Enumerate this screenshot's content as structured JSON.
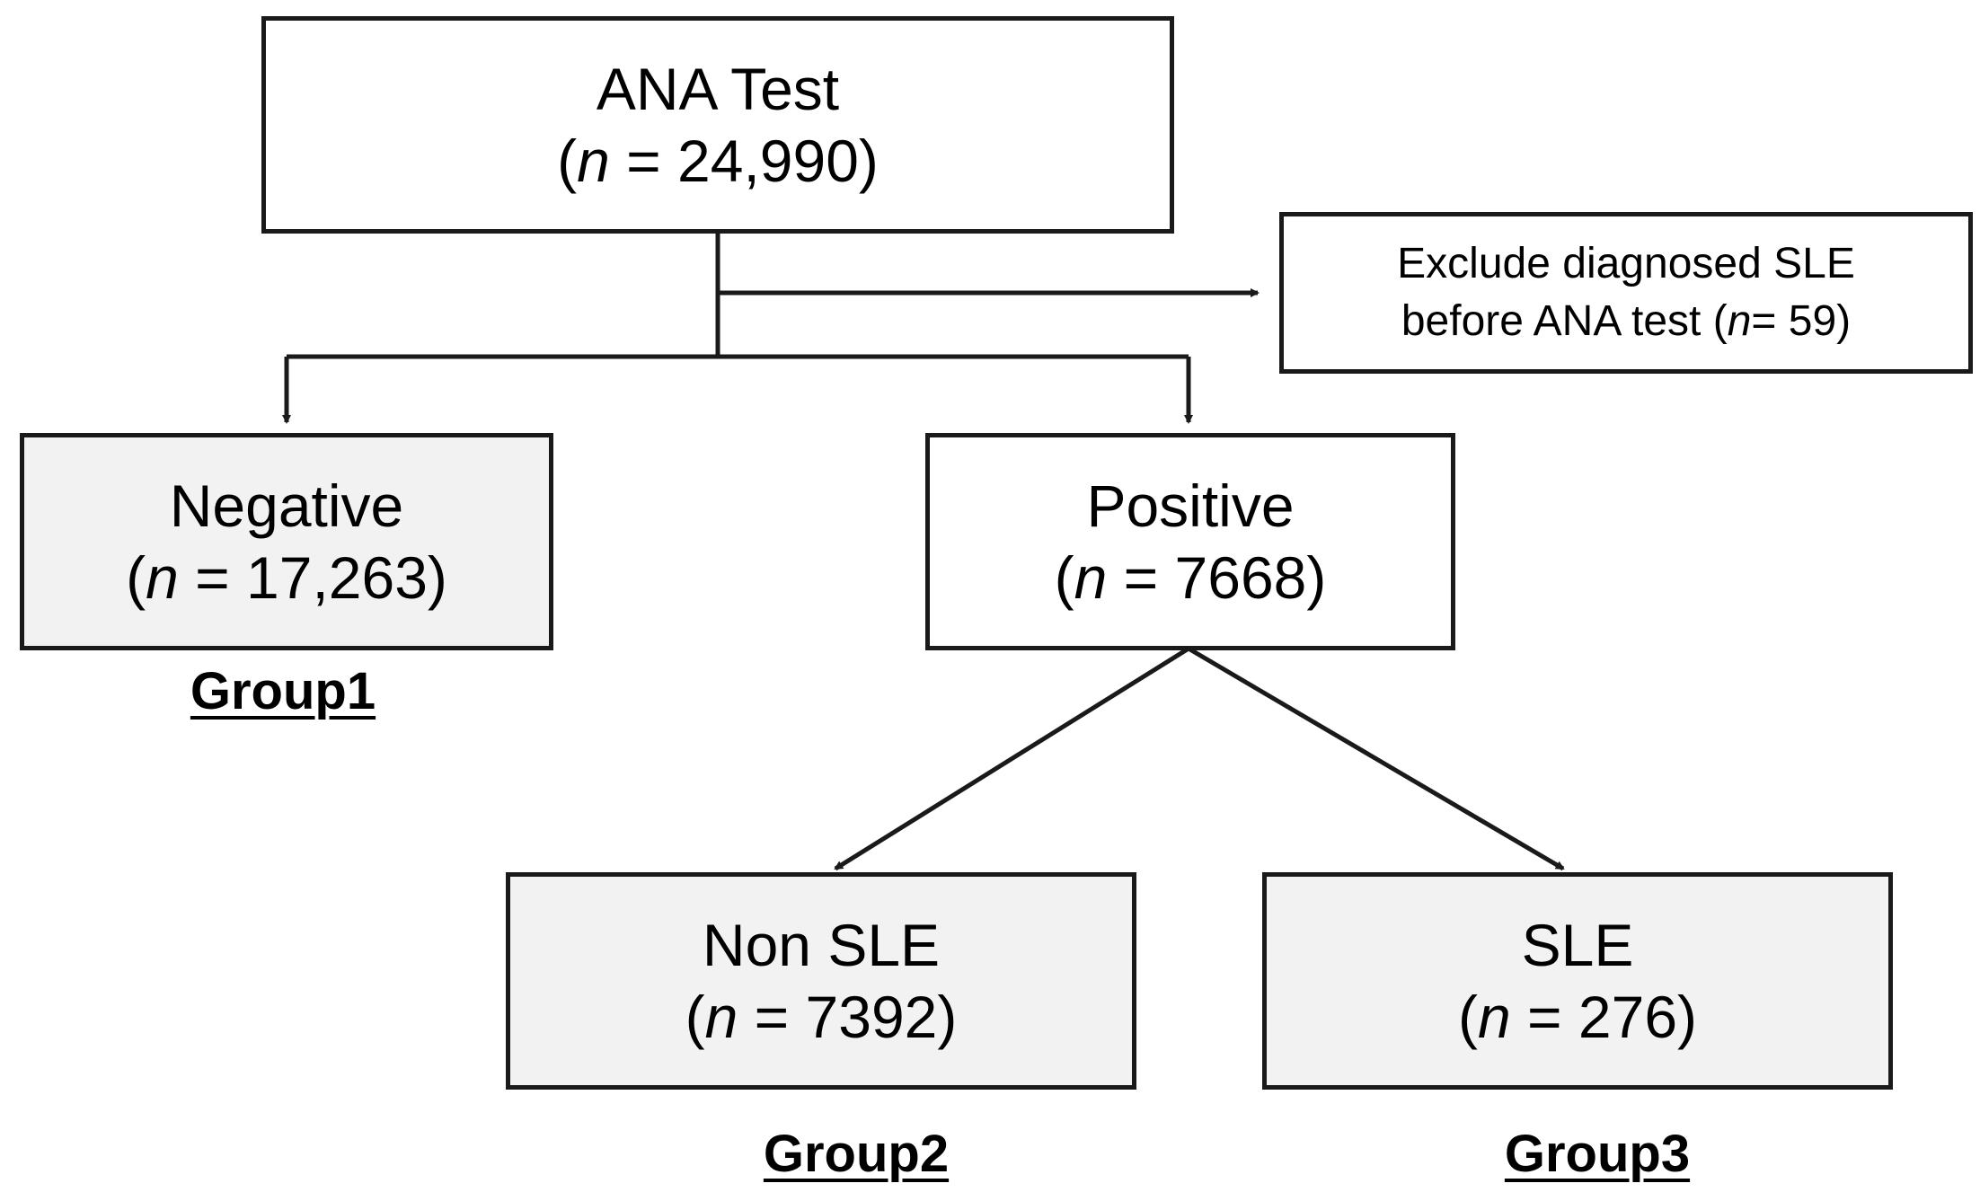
{
  "nodes": {
    "ana_test": {
      "title": "ANA Test",
      "n_label": "n",
      "n_value": " = 24,990"
    },
    "exclude": {
      "line1": "Exclude diagnosed SLE",
      "line2_pre": "before ANA test (",
      "n_label": "n",
      "n_value": "= 59)"
    },
    "negative": {
      "title": "Negative",
      "n_label": "n",
      "n_value": " = 17,263"
    },
    "positive": {
      "title": "Positive",
      "n_label": "n",
      "n_value": " = 7668"
    },
    "non_sle": {
      "title": "Non SLE",
      "n_label": "n",
      "n_value": " = 7392"
    },
    "sle": {
      "title": "SLE",
      "n_label": "n",
      "n_value": " = 276"
    }
  },
  "groups": {
    "group1": "Group1",
    "group2": "Group2",
    "group3": "Group3"
  },
  "colors": {
    "line": "#1a1a1a",
    "box_fill_white": "#ffffff",
    "box_fill_grey": "#f2f2f2"
  }
}
